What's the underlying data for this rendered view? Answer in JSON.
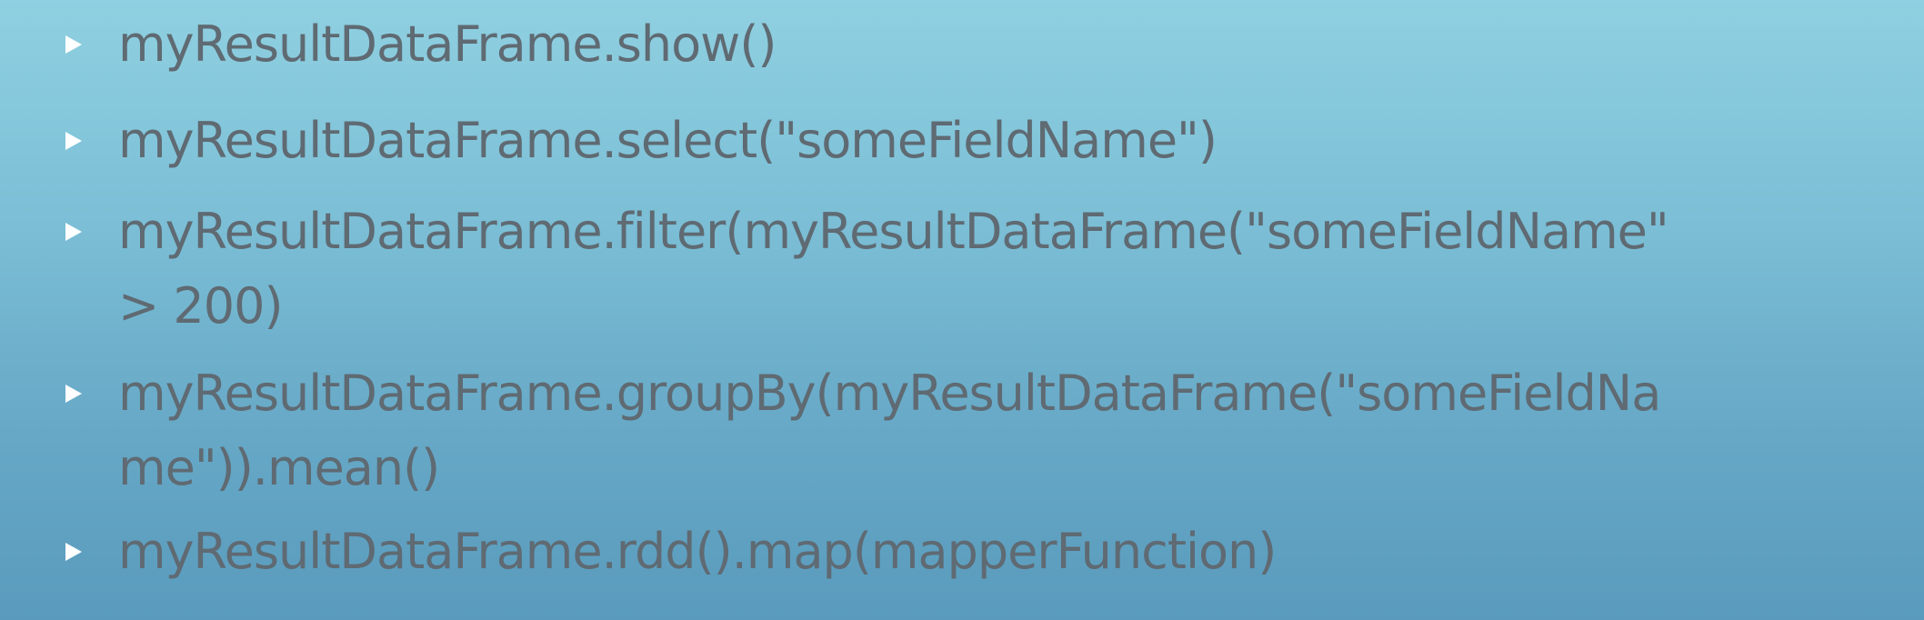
{
  "slide": {
    "bullets": [
      {
        "lines": [
          "myResultDataFrame.show()"
        ]
      },
      {
        "lines": [
          "myResultDataFrame.select(\"someFieldName\")"
        ]
      },
      {
        "lines": [
          "myResultDataFrame.filter(myResultDataFrame(\"someFieldName\"",
          "> 200)"
        ]
      },
      {
        "lines": [
          "myResultDataFrame.groupBy(myResultDataFrame(\"someFieldNa",
          "me\")).mean()"
        ]
      },
      {
        "lines": [
          "myResultDataFrame.rdd().map(mapperFunction)"
        ]
      }
    ],
    "colors": {
      "background_top": "#8fd0e1",
      "background_bottom": "#5a9bbd",
      "text": "#5f6a72",
      "bullet": "#ffffff"
    },
    "bullet_icon": "triangle-right-icon"
  }
}
